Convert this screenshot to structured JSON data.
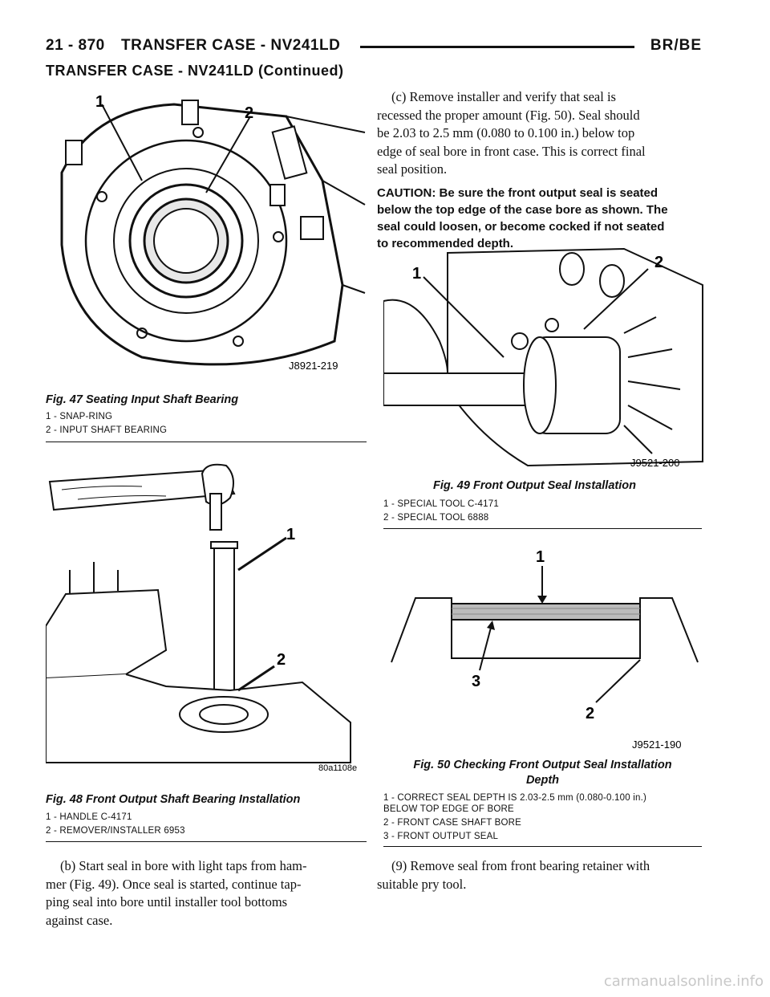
{
  "header": {
    "page_number": "21 - 870",
    "title": "TRANSFER CASE - NV241LD",
    "model_code": "BR/BE"
  },
  "subheading": "TRANSFER CASE - NV241LD (Continued)",
  "figures": {
    "fig47": {
      "image_code": "J8921-219",
      "callout_1": "1",
      "callout_2": "2",
      "title": "Fig. 47 Seating Input Shaft Bearing",
      "legend": [
        "1 - SNAP-RING",
        "2 - INPUT SHAFT BEARING"
      ]
    },
    "fig48": {
      "image_code": "80a1108e",
      "callout_1": "1",
      "callout_2": "2",
      "title": "Fig. 48 Front Output Shaft Bearing Installation",
      "legend": [
        "1 - HANDLE C-4171",
        "2 - REMOVER/INSTALLER 6953"
      ]
    },
    "fig49": {
      "image_code": "J9521-200",
      "callout_1": "1",
      "callout_2": "2",
      "title": "Fig. 49 Front Output Seal Installation",
      "legend": [
        "1 - SPECIAL TOOL C-4171",
        "2 - SPECIAL TOOL 6888"
      ]
    },
    "fig50": {
      "image_code": "J9521-190",
      "callout_1": "1",
      "callout_2": "2",
      "callout_3": "3",
      "title_line1": "Fig. 50 Checking Front Output Seal Installation",
      "title_line2": "Depth",
      "legend_1a": "1 - CORRECT SEAL DEPTH IS 2.03-2.5 mm (0.080-0.100 in.)",
      "legend_1b": "BELOW TOP EDGE OF BORE",
      "legend_2": "2 - FRONT CASE SHAFT BORE",
      "legend_3": "3 - FRONT OUTPUT SEAL"
    }
  },
  "text": {
    "step_b": [
      "(b) Start seal in bore with light taps from ham-",
      "mer (Fig. 49). Once seal is started, continue tap-",
      "ping seal into bore until installer tool bottoms",
      "against case."
    ],
    "step_c": [
      "(c) Remove installer and verify that seal is",
      "recessed the proper amount (Fig. 50). Seal should",
      "be 2.03 to 2.5 mm (0.080 to 0.100 in.) below top",
      "edge of seal bore in front case. This is correct final",
      "seal position."
    ],
    "caution": [
      "CAUTION: Be sure the front output seal is seated",
      "below the top edge of the case bore as shown. The",
      "seal could loosen, or become cocked if not seated",
      "to recommended depth."
    ],
    "step_9": [
      "(9) Remove seal from front bearing retainer with",
      "suitable pry tool."
    ]
  },
  "watermark": "carmanualsonline.info"
}
